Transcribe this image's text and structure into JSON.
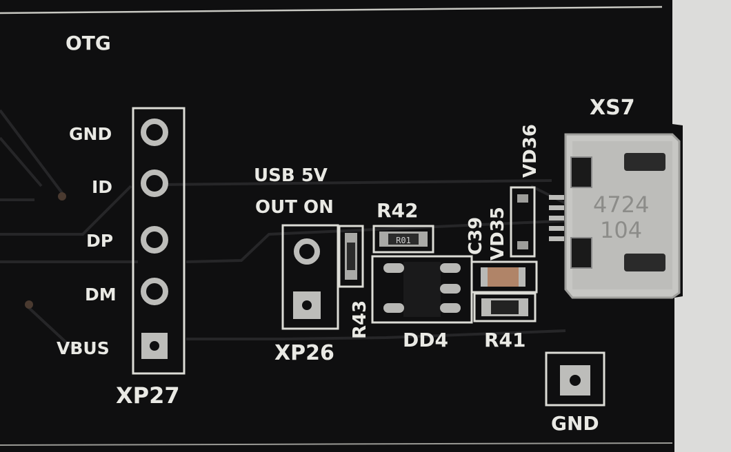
{
  "photo": {
    "board_color": "#0f0f10",
    "silkscreen_color": "#e8e8e2",
    "pad_color": "#b9b9b6",
    "background_color": "#dcdcda",
    "connector_color": "#c7c7c4"
  },
  "labels": {
    "otg": "OTG",
    "xp27_pins": [
      "GND",
      "ID",
      "DP",
      "DM",
      "VBUS"
    ],
    "xp27": "XP27",
    "usb_5v": "USB 5V",
    "out_on": "OUT ON",
    "xp26": "XP26",
    "r42": "R42",
    "r43": "R43",
    "dd4": "DD4",
    "c39": "C39",
    "vd35": "VD35",
    "vd36": "VD36",
    "r41": "R41",
    "xs7": "XS7",
    "gnd": "GND",
    "connector_marking_1": "4724",
    "connector_marking_2": "104",
    "r42_marking": "R01"
  }
}
